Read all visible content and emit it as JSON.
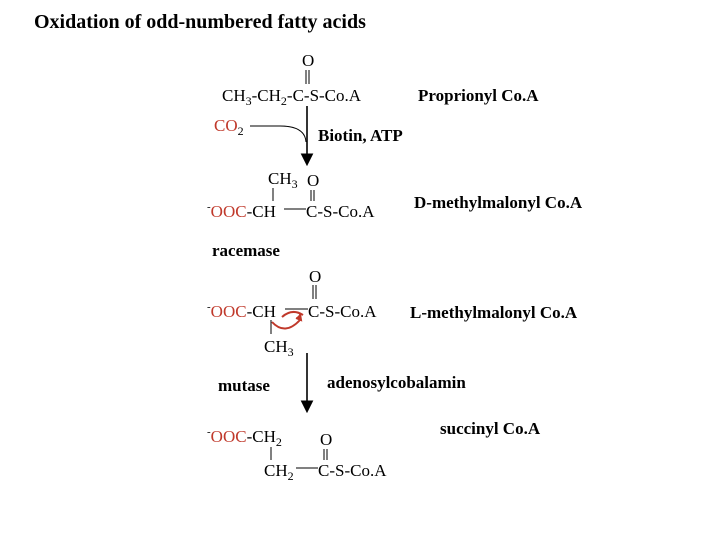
{
  "title": "Oxidation of odd-numbered fatty acids",
  "step1": {
    "o": "O",
    "ch3": "CH",
    "ch3_sub": "3",
    "sep1": "-CH",
    "ch2_sub": "2",
    "rest": "-C-S-Co.A",
    "name": "Proprionyl Co.A"
  },
  "carboxylation": {
    "co": "CO",
    "co_sub": "2",
    "cofactors": "Biotin,  ATP"
  },
  "step2": {
    "ch3": "CH",
    "ch3_sub": "3",
    "o": "O",
    "charge": "-",
    "ooc": "OOC",
    "ch": "-CH",
    "rest": "C-S-Co.A",
    "name": "D-methylmalonyl  Co.A"
  },
  "racemase": "racemase",
  "step3": {
    "o": "O",
    "charge": "-",
    "ooc": "OOC",
    "ch": "-CH",
    "rest": "C-S-Co.A",
    "ch3": "CH",
    "ch3_sub": "3",
    "name": "L-methylmalonyl  Co.A"
  },
  "mutase_step": {
    "mutase": "mutase",
    "cofactor": "adenosylcobalamin"
  },
  "step4": {
    "charge": "-",
    "ooc": "OOC",
    "ch2a": "-CH",
    "ch2a_sub": "2",
    "o": "O",
    "ch2b": "CH",
    "ch2b_sub": "2",
    "rest": "C-S-Co.A",
    "name": "succinyl  Co.A"
  },
  "colors": {
    "highlight": "#c0392b",
    "ink": "#000000"
  }
}
